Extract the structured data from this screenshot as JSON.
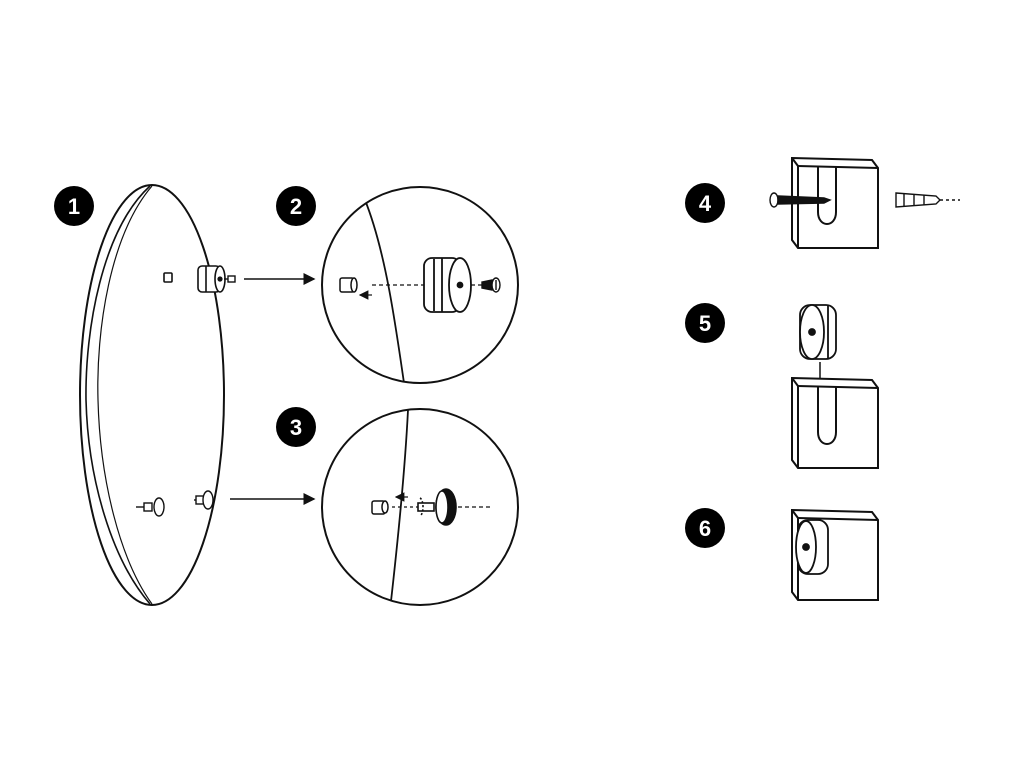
{
  "steps": [
    {
      "number": "1"
    },
    {
      "number": "2"
    },
    {
      "number": "3"
    },
    {
      "number": "4"
    },
    {
      "number": "5"
    },
    {
      "number": "6"
    }
  ],
  "colors": {
    "line": "#111111",
    "badge": "#000000",
    "badge_text": "#ffffff",
    "background": "#ffffff",
    "shade": "#d0d0d0"
  },
  "icons": [
    "mirror-panel",
    "spacer-disc",
    "knob",
    "screw",
    "wall-plug",
    "bracket"
  ]
}
